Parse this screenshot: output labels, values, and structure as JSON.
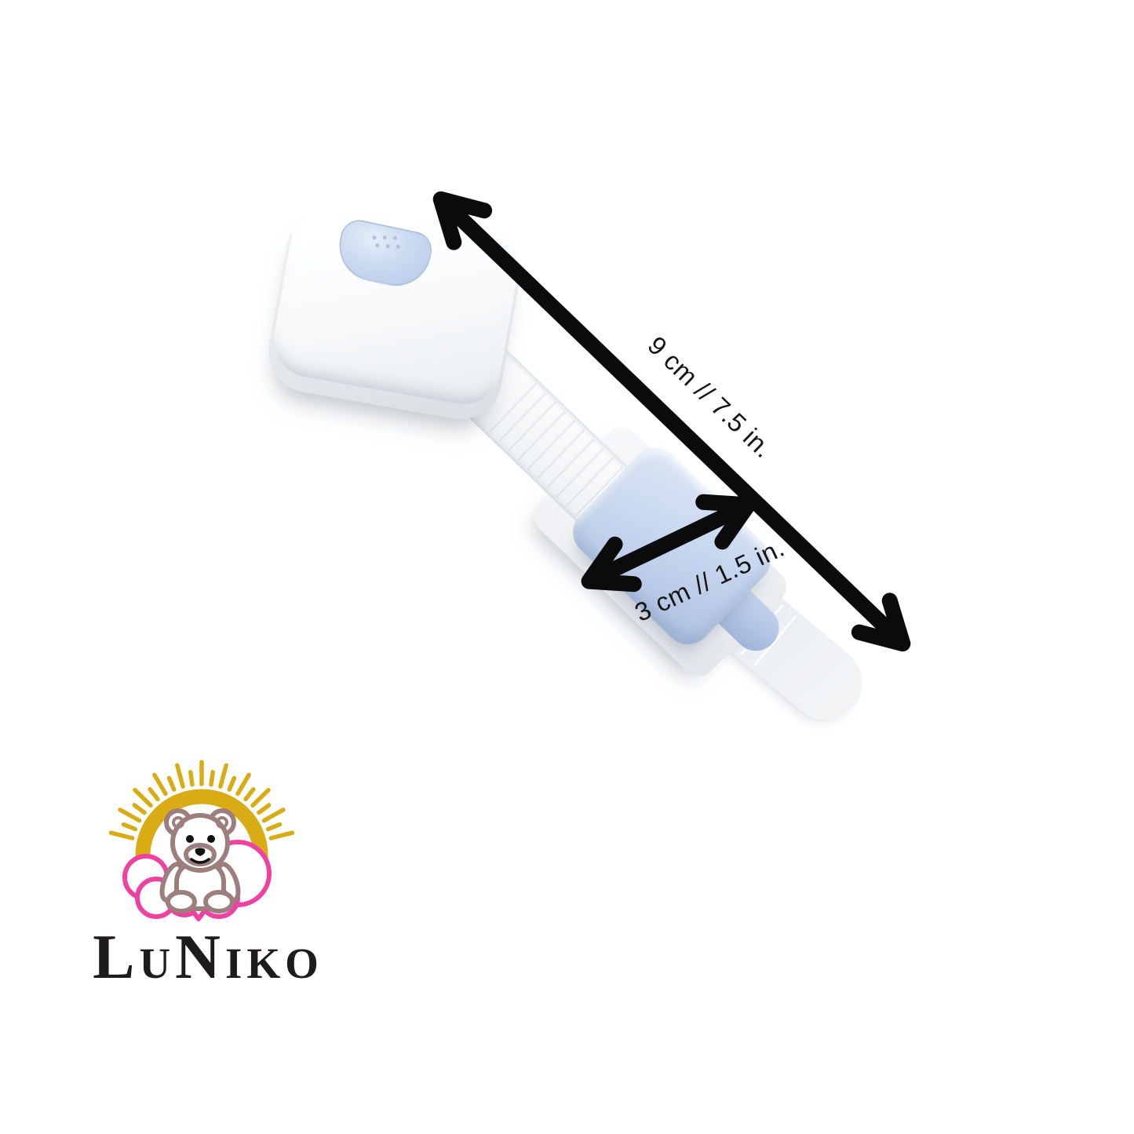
{
  "canvas": {
    "background": "#ffffff"
  },
  "annotations": {
    "length_label": "9 cm // 7.5 in.",
    "width_label": "3 cm // 1.5 in.",
    "arrow_color": "#0b0b0b",
    "label_color": "#161616"
  },
  "product": {
    "colors": {
      "shell_white": "#ffffff",
      "strap_white": "#f4f6f8",
      "accent_blue": "#c6d5ee",
      "accent_blue_deep": "#9db3d8"
    }
  },
  "logo": {
    "brand": "LuNiko",
    "letters": [
      {
        "char": "L",
        "size": "large"
      },
      {
        "char": "U",
        "size": "small"
      },
      {
        "char": "N",
        "size": "large"
      },
      {
        "char": "I",
        "size": "small"
      },
      {
        "char": "K",
        "size": "small"
      },
      {
        "char": "O",
        "size": "small"
      }
    ],
    "colors": {
      "sun": "#d9ac16",
      "cloud_pink": "#ef41a1",
      "bear_outline": "#9c7e7c",
      "wordmark": "#1d1b1c"
    }
  }
}
